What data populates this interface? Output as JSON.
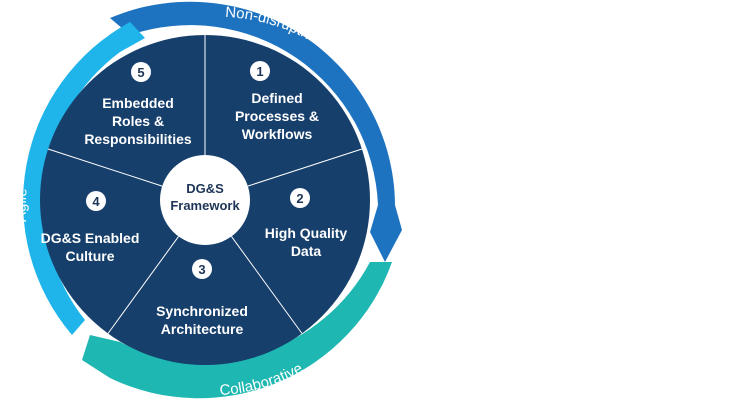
{
  "center": {
    "line1": "DG&S",
    "line2": "Framework"
  },
  "segments": [
    {
      "number": "1",
      "lines": [
        "Defined",
        "Processes &",
        "Workflows"
      ]
    },
    {
      "number": "2",
      "lines": [
        "High Quality",
        "Data"
      ]
    },
    {
      "number": "3",
      "lines": [
        "Synchronized",
        "Architecture"
      ]
    },
    {
      "number": "4",
      "lines": [
        "DG&S Enabled",
        "Culture"
      ]
    },
    {
      "number": "5",
      "lines": [
        "Embedded",
        "Roles &",
        "Responsibilities"
      ]
    }
  ],
  "outer_labels": {
    "non_disruptive": "Non-disruptive",
    "collaborative": "Collaborative",
    "agile": "Agile"
  },
  "colors": {
    "segment_fill": "#173f6c",
    "divider": "#ffffff",
    "center_fill": "#ffffff",
    "center_text": "#1d3557",
    "number_badge_fill": "#ffffff",
    "number_badge_text": "#1d3557",
    "segment_text": "#ffffff",
    "arrow_non_disruptive": "#1e73c0",
    "arrow_collaborative": "#1fb7b1",
    "arrow_agile": "#20b5ea"
  }
}
